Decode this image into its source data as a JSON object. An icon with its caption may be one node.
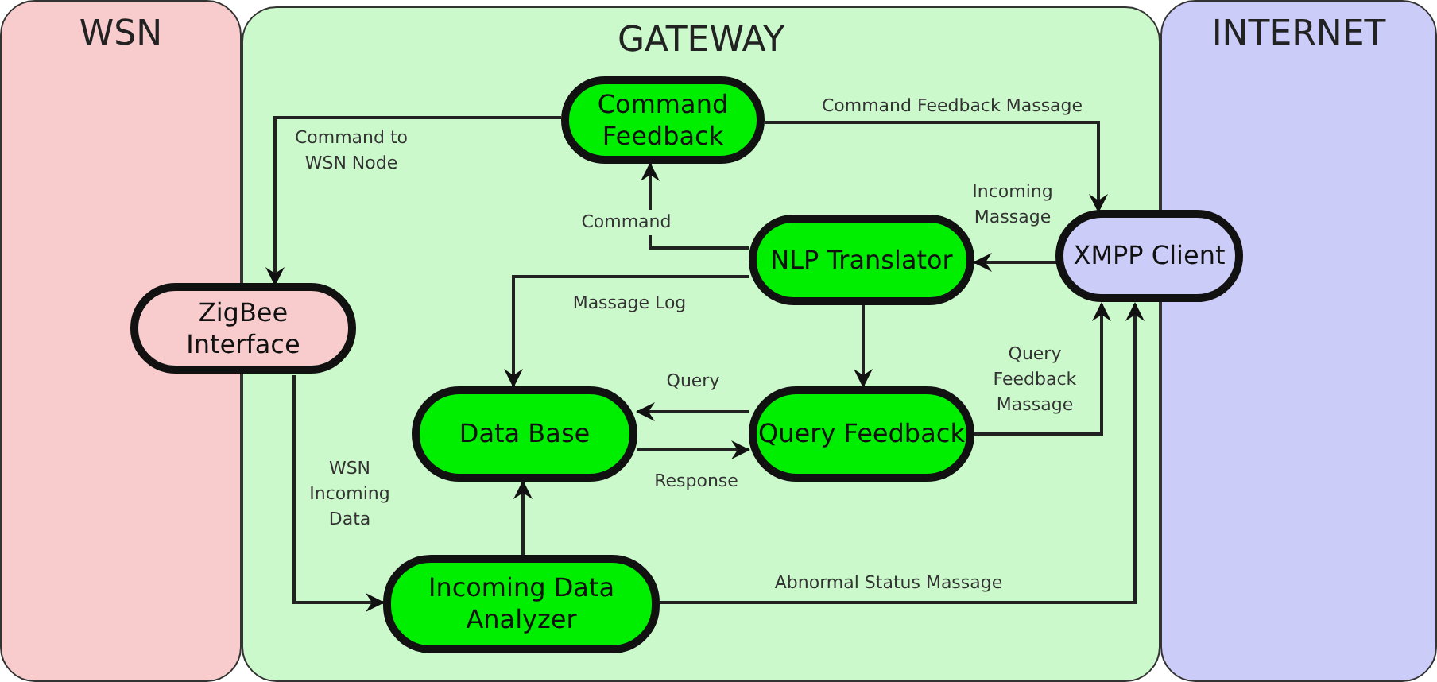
{
  "diagram": {
    "nodes": [
      {
        "text": [
          "WSN"
        ]
      },
      {
        "text": [
          "GATEWAY"
        ]
      },
      {
        "text": [
          "INTERNET"
        ]
      },
      {
        "text": [
          "Command Feedback"
        ],
        "in": 1
      },
      {
        "text": [
          "ZigBee Interface"
        ]
      },
      {
        "text": [
          "NLP Translator"
        ],
        "in": 1
      },
      {
        "text": [
          "XMPP Client"
        ]
      },
      {
        "text": [
          "Data Base"
        ],
        "in": 1
      },
      {
        "text": [
          "Query Feedback"
        ],
        "in": 1
      },
      {
        "text": [
          "Incoming Data Analyzer"
        ],
        "in": 1
      }
    ],
    "edges": [
      {
        "from": 3,
        "to": 4,
        "arrow": "to",
        "label": "Command to WSN Node"
      },
      {
        "from": 3,
        "to": 6,
        "arrow": "to",
        "label": "Command Feedback Massage"
      },
      {
        "from": 5,
        "to": 3,
        "arrow": "to",
        "label": "Command"
      },
      {
        "from": 6,
        "to": 5,
        "arrow": "to",
        "label": "Incoming Massage"
      },
      {
        "from": 5,
        "to": 7,
        "arrow": "to",
        "label": "Massage Log"
      },
      {
        "from": 5,
        "to": 8,
        "arrow": "to"
      },
      {
        "from": 8,
        "to": 7,
        "arrow": "to",
        "label": "Query"
      },
      {
        "from": 7,
        "to": 8,
        "arrow": "to",
        "label": "Response"
      },
      {
        "from": 8,
        "to": 6,
        "arrow": "to",
        "label": "Query Feedback Massage"
      },
      {
        "from": 4,
        "to": 9,
        "arrow": "to",
        "label": "WSN Incoming Data"
      },
      {
        "from": 9,
        "to": 7,
        "arrow": "to"
      },
      {
        "from": 9,
        "to": 6,
        "arrow": "to",
        "label": "Abnormal Status Massage"
      }
    ]
  }
}
